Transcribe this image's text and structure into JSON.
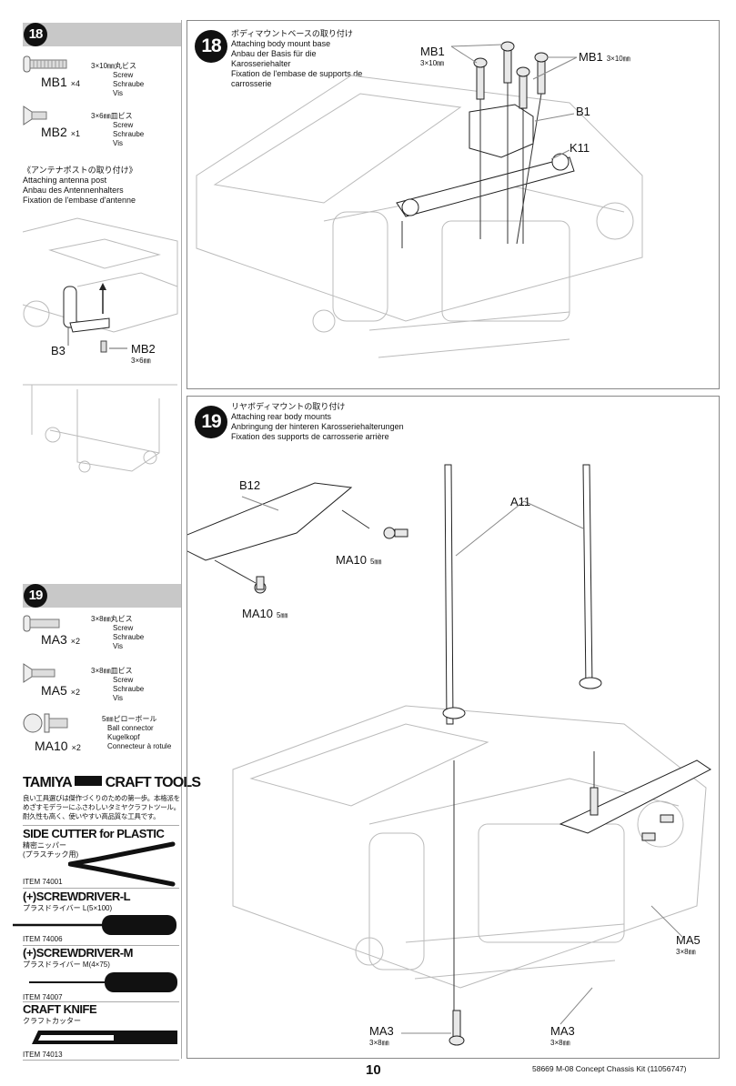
{
  "sidebar": {
    "step18": {
      "number": "18",
      "parts": [
        {
          "code": "MB1",
          "qty": "×4",
          "jp": "3×10㎜丸ビス",
          "en": "Screw",
          "de": "Schraube",
          "fr": "Vis"
        },
        {
          "code": "MB2",
          "qty": "×1",
          "jp": "3×6㎜皿ビス",
          "en": "Screw",
          "de": "Schraube",
          "fr": "Vis"
        }
      ],
      "antenna": {
        "jp": "《アンテナポストの取り付け》",
        "en": "Attaching antenna post",
        "de": "Anbau des Antennenhalters",
        "fr": "Fixation de l'embase d'antenne",
        "label_b3": "B3",
        "label_mb2": "MB2",
        "label_mb2_size": "3×6㎜"
      }
    },
    "step19": {
      "number": "19",
      "parts": [
        {
          "code": "MA3",
          "qty": "×2",
          "jp": "3×8㎜丸ビス",
          "en": "Screw",
          "de": "Schraube",
          "fr": "Vis"
        },
        {
          "code": "MA5",
          "qty": "×2",
          "jp": "3×8㎜皿ビス",
          "en": "Screw",
          "de": "Schraube",
          "fr": "Vis"
        },
        {
          "code": "MA10",
          "qty": "×2",
          "jp": "5㎜ピローボール",
          "en": "Ball connector",
          "de": "Kugelkopf",
          "fr": "Connecteur à rotule"
        }
      ]
    },
    "tools": {
      "brand": "TAMIYA",
      "title": "CRAFT TOOLS",
      "intro": "良い工具選びは傑作づくりのための第一歩。本格派をめざすモデラーにふさわしいタミヤクラフトツール。耐久性も高く、使いやすい高品質な工具です。",
      "items": [
        {
          "name": "SIDE CUTTER for PLASTIC",
          "jp": "精密ニッパー\n(プラスチック用)",
          "item": "ITEM 74001"
        },
        {
          "name": "(+)SCREWDRIVER-L",
          "jp": "プラスドライバー L(5×100)",
          "item": "ITEM 74006"
        },
        {
          "name": "(+)SCREWDRIVER-M",
          "jp": "プラスドライバー M(4×75)",
          "item": "ITEM 74007"
        },
        {
          "name": "CRAFT KNIFE",
          "jp": "クラフトカッター",
          "item": "ITEM 74013"
        }
      ]
    }
  },
  "step18": {
    "number": "18",
    "jp": "ボディマウントベースの取り付け",
    "en": "Attaching body mount base",
    "de": "Anbau der Basis für die Karosseriehalter",
    "fr": "Fixation de l'embase de supports de carrosserie",
    "labels": {
      "mb1": "MB1",
      "mb1_size": "3×10㎜",
      "b1": "B1",
      "k11": "K11"
    }
  },
  "step19": {
    "number": "19",
    "jp": "リヤボディマウントの取り付け",
    "en": "Attaching rear body mounts",
    "de": "Anbringung der hinteren Karosseriehalterungen",
    "fr": "Fixation des supports de carrosserie arrière",
    "labels": {
      "b12": "B12",
      "a11": "A11",
      "ma10": "MA10",
      "ma10_size": "5㎜",
      "ma5": "MA5",
      "ma5_size": "3×8㎜",
      "ma3": "MA3",
      "ma3_size": "3×8㎜"
    }
  },
  "footer": {
    "page": "10",
    "kit": "58669 M-08 Concept Chassis Kit (11056747)"
  }
}
